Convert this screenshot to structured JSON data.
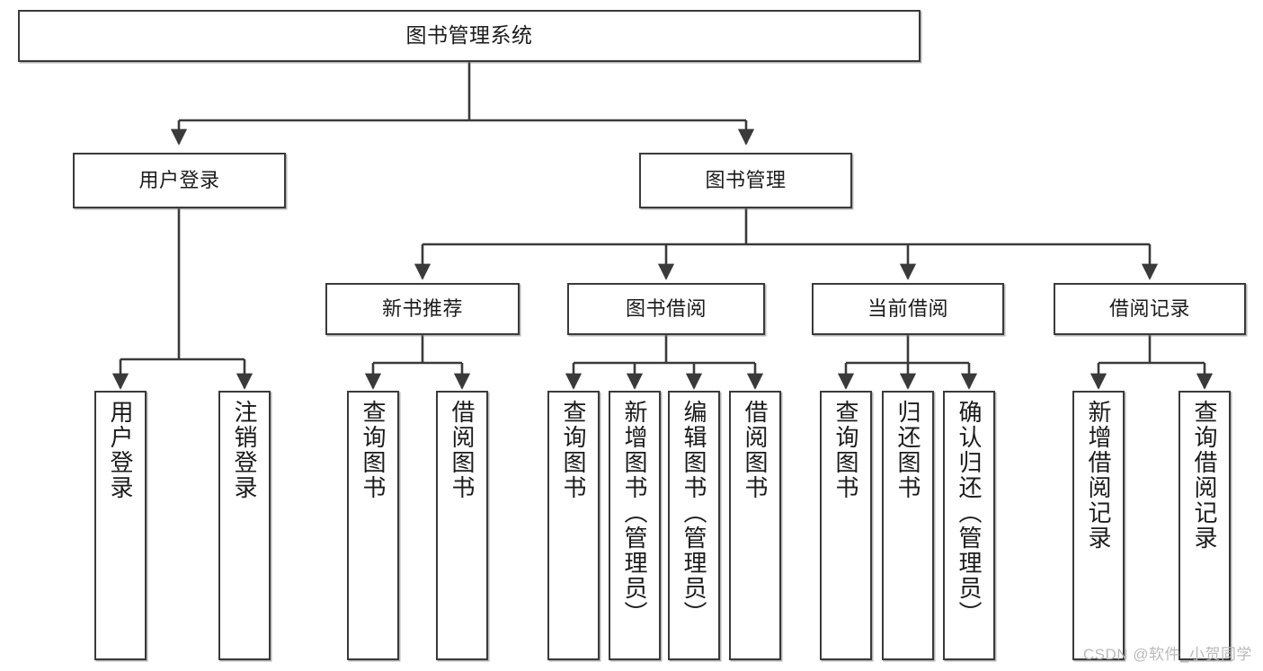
{
  "diagram": {
    "title": "图书管理系统",
    "type": "hierarchy-tree",
    "watermark": "CSDN @软件_小贺同学",
    "colors": {
      "stroke": "#3a3a3a",
      "fill": "#ffffff",
      "text": "#1b1b1b",
      "watermark": "#b9b9b9"
    }
  },
  "nodes": {
    "root": {
      "label": "图书管理系统"
    },
    "level2": [
      {
        "label": "用户登录"
      },
      {
        "label": "图书管理"
      }
    ],
    "level3": [
      {
        "label": "新书推荐"
      },
      {
        "label": "图书借阅"
      },
      {
        "label": "当前借阅"
      },
      {
        "label": "借阅记录"
      }
    ],
    "leaves_user_login": [
      {
        "label": "用户登录"
      },
      {
        "label": "注销登录"
      }
    ],
    "leaves_new_book": [
      {
        "label": "查询图书"
      },
      {
        "label": "借阅图书"
      }
    ],
    "leaves_borrow": [
      {
        "label": "查询图书"
      },
      {
        "label": "新增图书（管理员）"
      },
      {
        "label": "编辑图书（管理员）"
      },
      {
        "label": "借阅图书"
      }
    ],
    "leaves_current": [
      {
        "label": "查询图书"
      },
      {
        "label": "归还图书"
      },
      {
        "label": "确认归还（管理员）"
      }
    ],
    "leaves_records": [
      {
        "label": "新增借阅记录"
      },
      {
        "label": "查询借阅记录"
      }
    ]
  }
}
